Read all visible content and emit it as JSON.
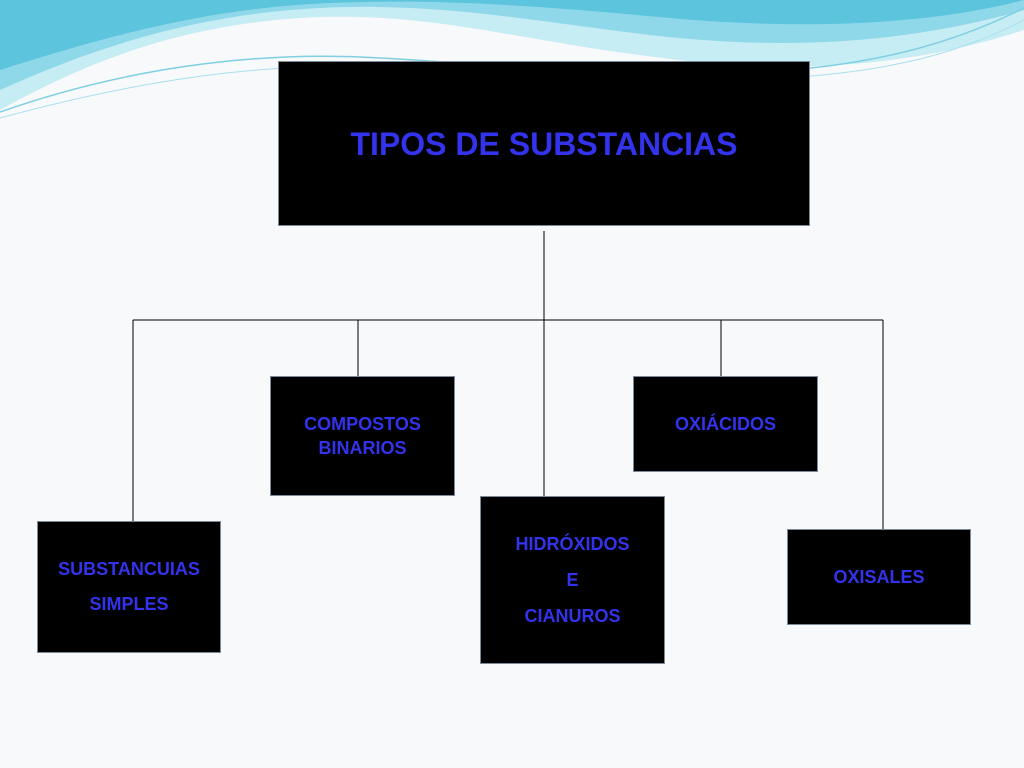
{
  "colors": {
    "background": "#f7f9fa",
    "box_fill": "#000000",
    "box_text": "#3333ee",
    "connector": "#000000",
    "wave_light": "#bfe9f2",
    "wave_dark": "#5cc4dc"
  },
  "root": {
    "label": "TIPOS DE SUBSTANCIAS"
  },
  "children": {
    "simples": {
      "line1": "SUBSTANCUIAS",
      "line2": "SIMPLES"
    },
    "binarios": {
      "line1": "COMPOSTOS",
      "line2": "BINARIOS"
    },
    "hidroxidos": {
      "line1": "HIDRÓXIDOS",
      "line2": "E",
      "line3": "CIANUROS"
    },
    "oxiacidos": {
      "label": "OXIÁCIDOS"
    },
    "oxisales": {
      "label": "OXISALES"
    }
  }
}
